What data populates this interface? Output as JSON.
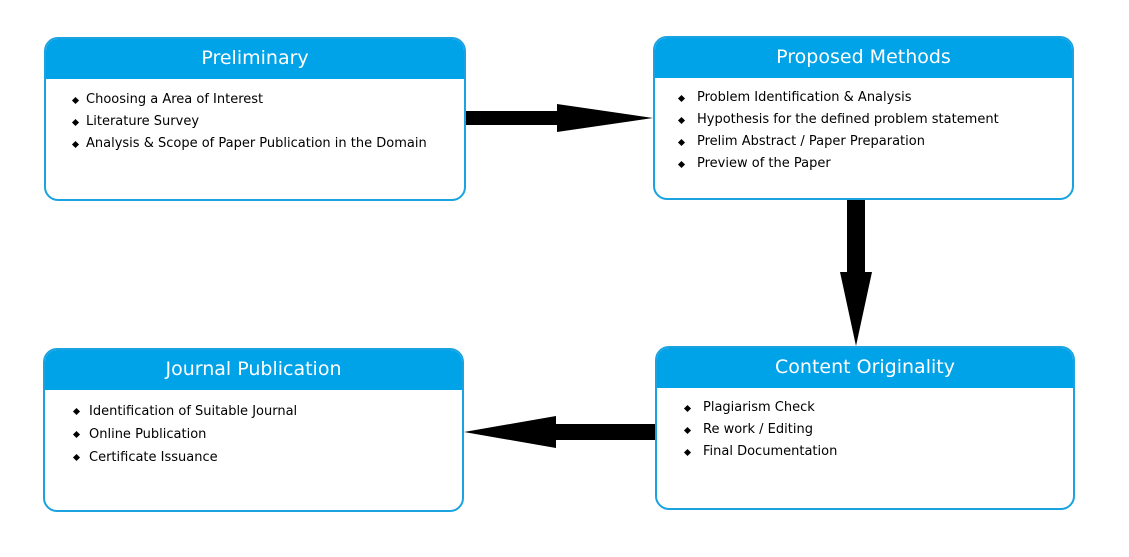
{
  "boxes": {
    "preliminary": {
      "title": "Preliminary",
      "items": [
        "Choosing a Area of Interest",
        "Literature Survey",
        "Analysis & Scope of Paper Publication in the Domain"
      ]
    },
    "proposed_methods": {
      "title": "Proposed Methods",
      "items": [
        "Problem Identification & Analysis",
        "Hypothesis for the defined problem statement",
        "Prelim Abstract / Paper Preparation",
        "Preview of the Paper"
      ]
    },
    "content_originality": {
      "title": "Content Originality",
      "items": [
        "Plagiarism Check",
        "Re work / Editing",
        "Final Documentation"
      ]
    },
    "journal_publication": {
      "title": "Journal Publication",
      "items": [
        "Identification of Suitable Journal",
        "Online Publication",
        "Certificate Issuance"
      ]
    }
  },
  "colors": {
    "header_fill": "#00a2e8",
    "box_border": "#1aa3e0",
    "arrow": "#000000"
  }
}
